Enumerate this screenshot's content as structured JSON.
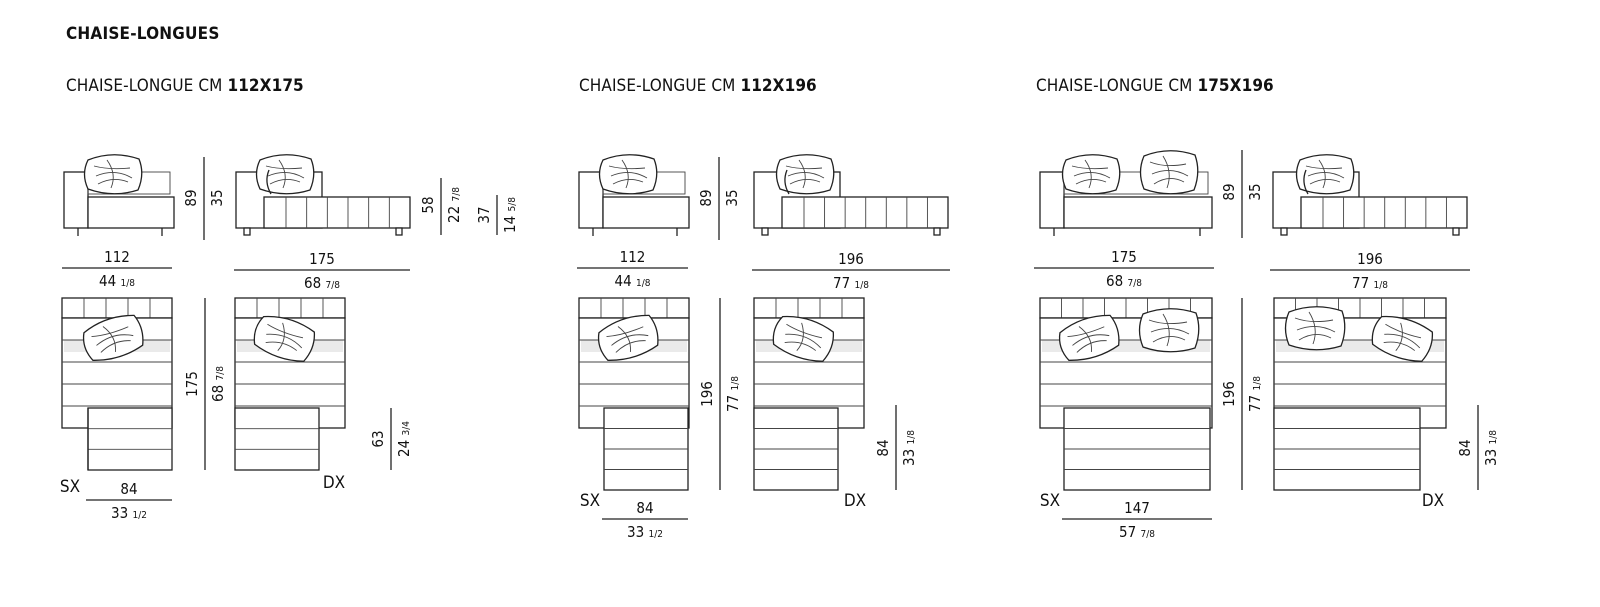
{
  "section": {
    "title": "CHAISE-LONGUES"
  },
  "groups": [
    {
      "title_prefix": "CHAISE-LONGUE CM ",
      "title_size": "112X175",
      "front": {
        "width_cm": "112",
        "width_in_whole": "44",
        "width_in_frac": "1/8"
      },
      "side": {
        "width_cm": "175",
        "width_in_whole": "68",
        "width_in_frac": "7/8"
      },
      "heights": {
        "total": "89",
        "seat": "35",
        "back_cm": "58",
        "back_in_whole": "22",
        "back_in_frac": "7/8",
        "arm_cm": "37",
        "arm_in_whole": "14",
        "arm_in_frac": "5/8"
      },
      "plan": {
        "depth_cm": "175",
        "depth_in_whole": "68",
        "depth_in_frac": "7/8",
        "chaise_w_cm": "84",
        "chaise_w_in_whole": "33",
        "chaise_w_in_frac": "1/2",
        "chaise_d_cm": "63",
        "chaise_d_in_whole": "24",
        "chaise_d_in_frac": "3/4",
        "left_label": "SX",
        "right_label": "DX"
      }
    },
    {
      "title_prefix": "CHAISE-LONGUE CM ",
      "title_size": "112X196",
      "front": {
        "width_cm": "112",
        "width_in_whole": "44",
        "width_in_frac": "1/8"
      },
      "side": {
        "width_cm": "196",
        "width_in_whole": "77",
        "width_in_frac": "1/8"
      },
      "heights": {
        "total": "89",
        "seat": "35"
      },
      "plan": {
        "depth_cm": "196",
        "depth_in_whole": "77",
        "depth_in_frac": "1/8",
        "chaise_w_cm": "84",
        "chaise_w_in_whole": "33",
        "chaise_w_in_frac": "1/2",
        "chaise_d_cm": "84",
        "chaise_d_in_whole": "33",
        "chaise_d_in_frac": "1/8",
        "left_label": "SX",
        "right_label": "DX"
      }
    },
    {
      "title_prefix": "CHAISE-LONGUE CM ",
      "title_size": "175X196",
      "front": {
        "width_cm": "175",
        "width_in_whole": "68",
        "width_in_frac": "7/8"
      },
      "side": {
        "width_cm": "196",
        "width_in_whole": "77",
        "width_in_frac": "1/8"
      },
      "heights": {
        "total": "89",
        "seat": "35"
      },
      "plan": {
        "depth_cm": "196",
        "depth_in_whole": "77",
        "depth_in_frac": "1/8",
        "chaise_w_cm": "147",
        "chaise_w_in_whole": "57",
        "chaise_w_in_frac": "7/8",
        "chaise_d_cm": "84",
        "chaise_d_in_whole": "33",
        "chaise_d_in_frac": "1/8",
        "left_label": "SX",
        "right_label": "DX"
      }
    }
  ]
}
